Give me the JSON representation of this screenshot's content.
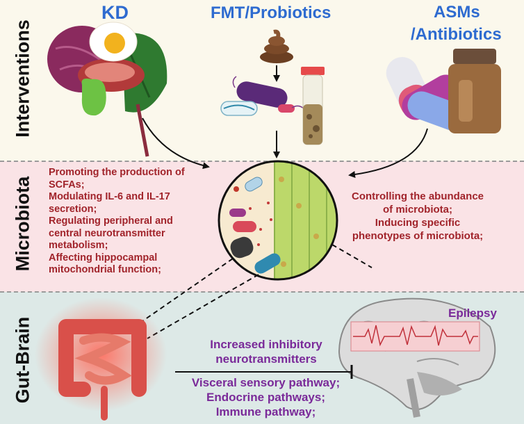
{
  "rows": {
    "interventions": "Interventions",
    "microbiota": "Microbiota",
    "gut_brain": "Gut-Brain"
  },
  "interventions": {
    "kd": "KD",
    "fmt": "FMT/Probiotics",
    "asm_line1": "ASMs",
    "asm_line2": "/Antibiotics"
  },
  "microbiota": {
    "left_effects": [
      "Promoting the production of",
      "SCFAs;",
      "Modulating IL-6 and IL-17",
      "secretion;",
      "Regulating peripheral and",
      "central neurotransmitter",
      "metabolism;",
      "Affecting hippocampal",
      "mitochondrial function;"
    ],
    "right_effects": [
      "Controlling the abundance",
      "of microbiota;",
      "Inducing specific",
      "phenotypes of microbiota;"
    ]
  },
  "gut_brain": {
    "epilepsy": "Epilepsy",
    "inhibitory_line1": "Increased inhibitory",
    "inhibitory_line2": "neurotransmitters",
    "pathways": [
      "Visceral sensory pathway;",
      "Endocrine pathways;",
      "Immune pathway;"
    ]
  },
  "colors": {
    "title_blue": "#2e6bd0",
    "effect_red": "#a1242b",
    "pathway_purple": "#7a2a99",
    "band_interventions": "#fbf8ec",
    "band_microbiota": "#fae3e6",
    "band_gut_brain": "#dde9e7"
  }
}
